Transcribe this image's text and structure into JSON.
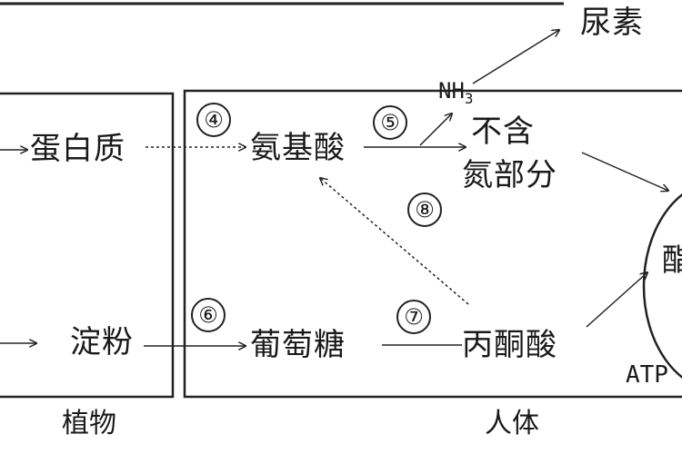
{
  "nodes": {
    "urea": "尿素",
    "nh3_main": "NH",
    "nh3_sub": "3",
    "protein": "蛋白质",
    "amino_acid": "氨基酸",
    "non_nitrogen_line1": "不含",
    "non_nitrogen_line2": "氮部分",
    "starch": "淀粉",
    "glucose": "葡萄糖",
    "pyruvate": "丙酮酸",
    "right_partial": "酯",
    "atp_partial": "ATP"
  },
  "steps": [
    "④",
    "⑤",
    "⑥",
    "⑦",
    "⑧"
  ],
  "captions": {
    "plant": "植物",
    "human": "人体"
  }
}
